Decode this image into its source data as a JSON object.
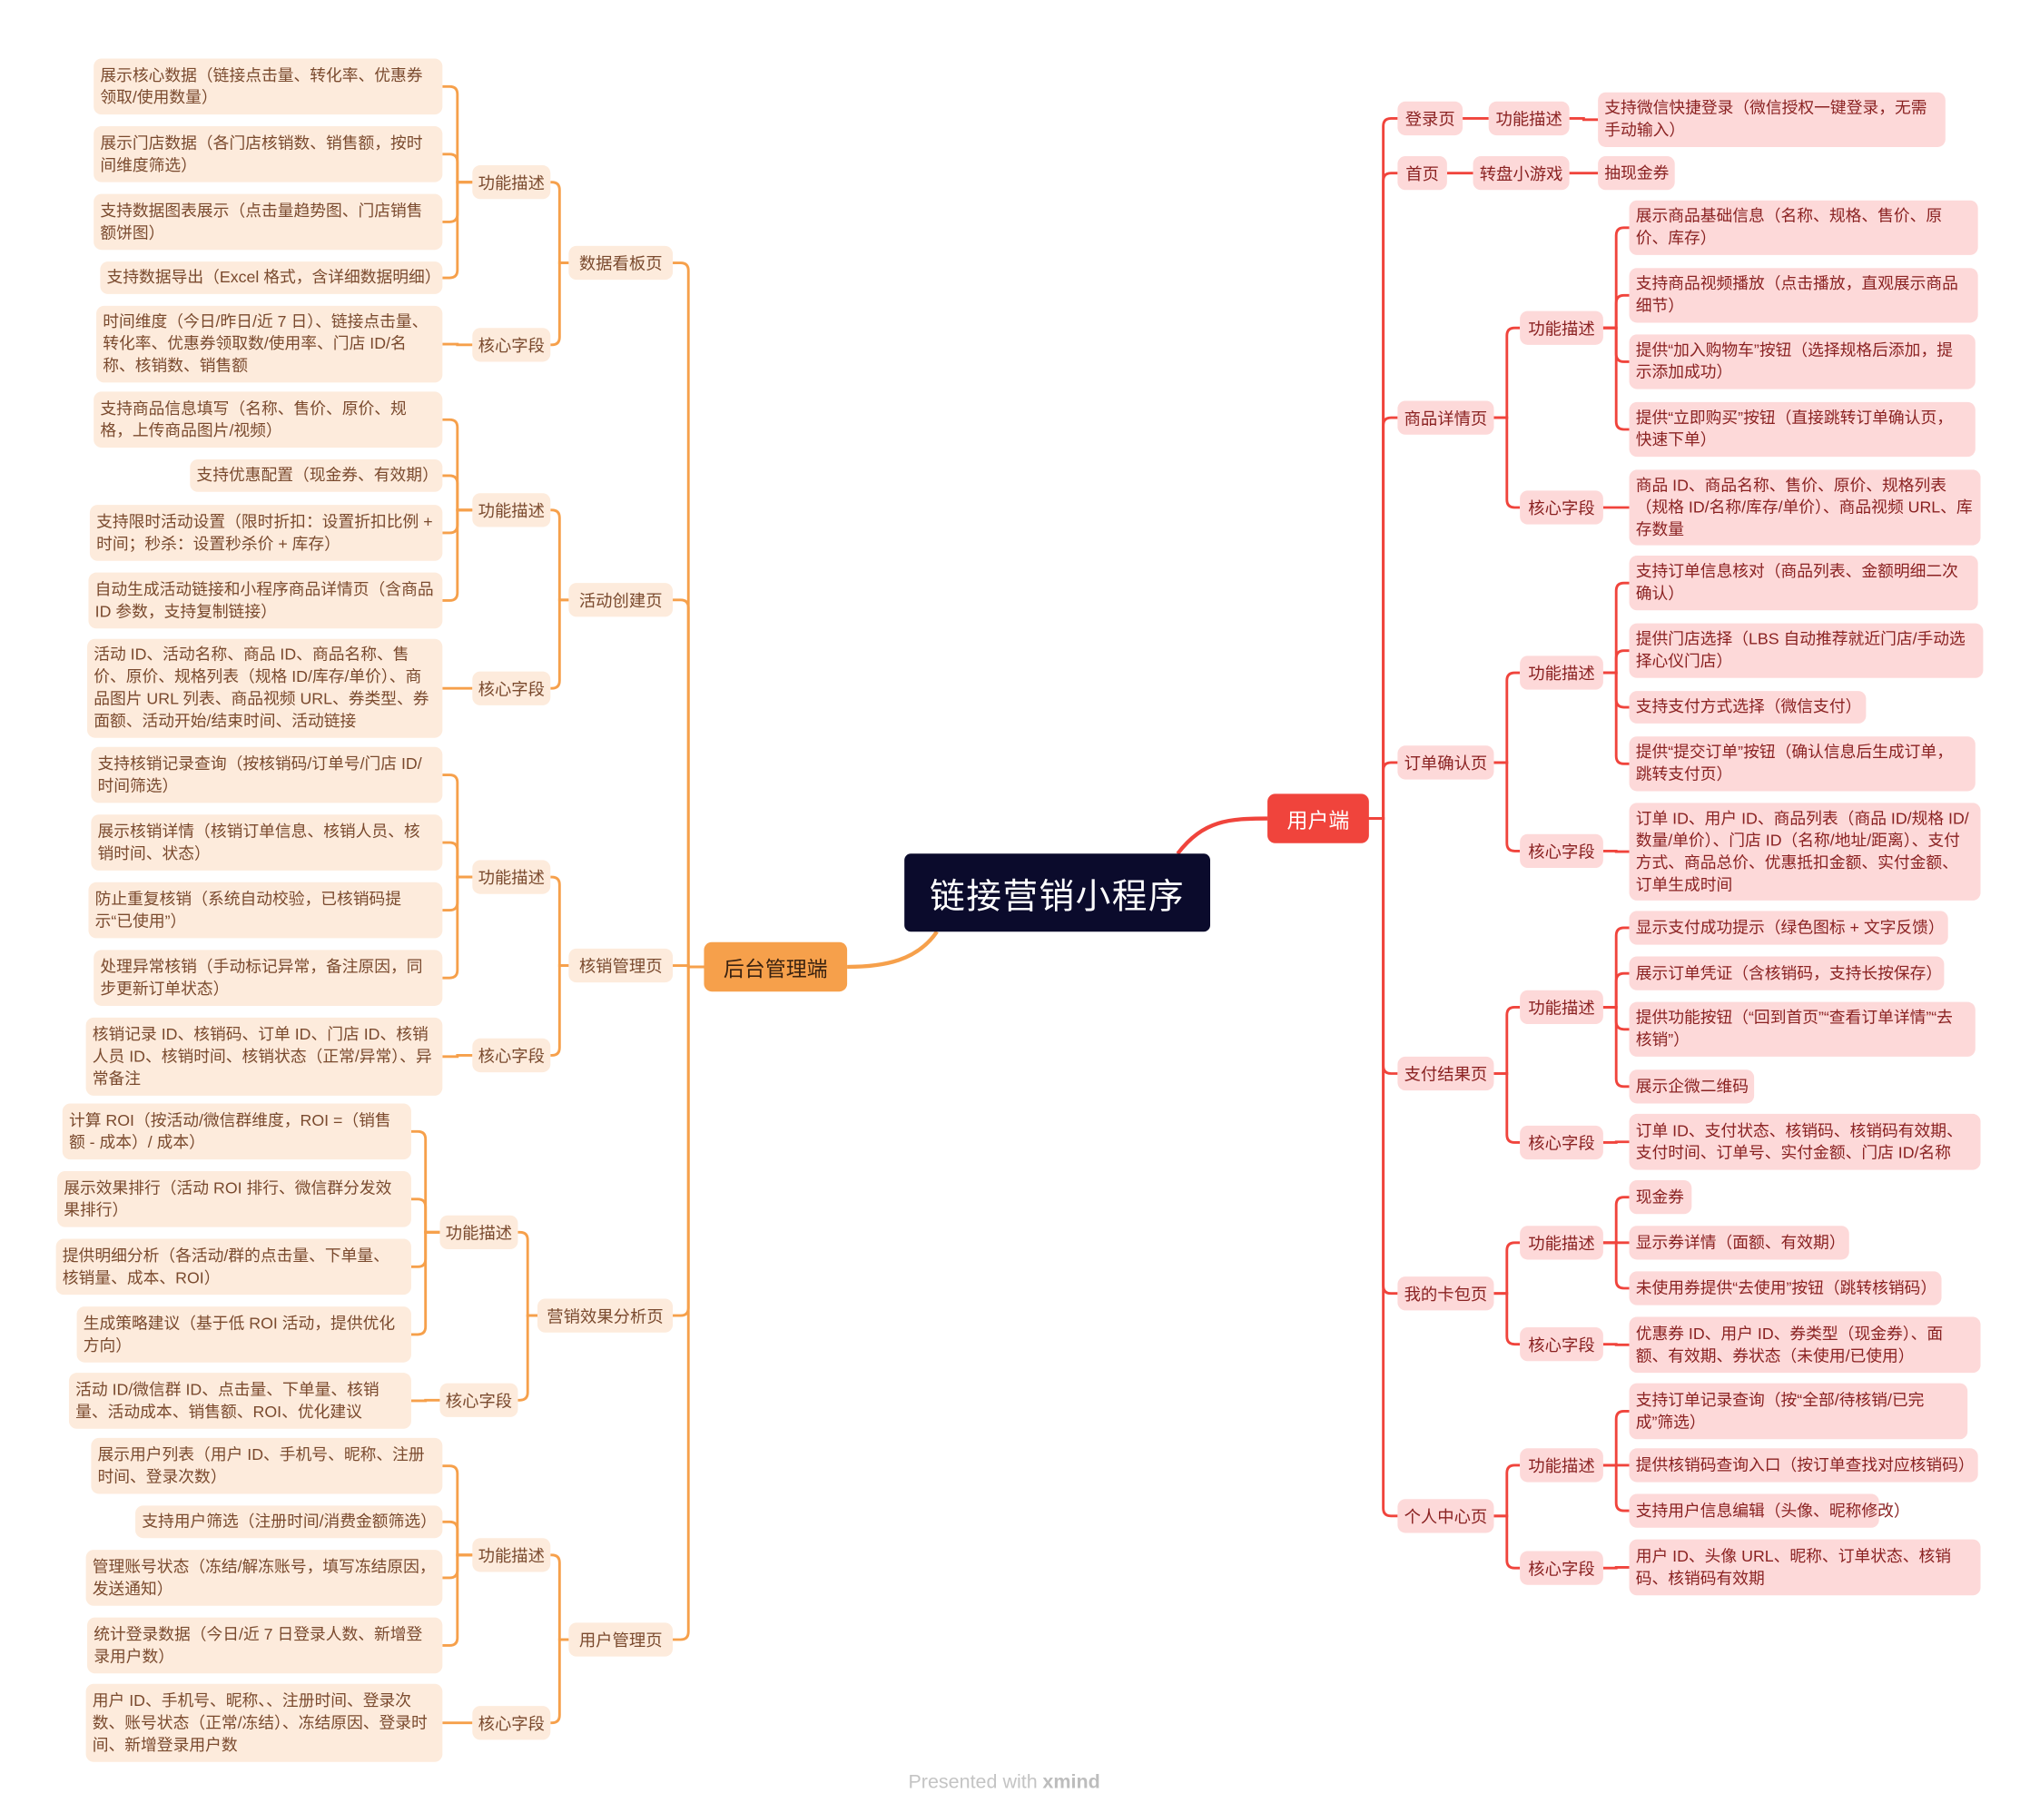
{
  "title": "链接营销小程序",
  "colors": {
    "admin_line": "#f6a04b",
    "user_line": "#f0443c",
    "root_bg": "#0b0b2c",
    "admin_leaf": "#fdebdc",
    "user_leaf": "#fdd9d9"
  },
  "admin": {
    "label": "后台管理端",
    "pages": [
      {
        "label": "数据看板页",
        "children": [
          {
            "label": "功能描述",
            "items": [
              "展示核心数据（链接点击量、转化率、优惠券领取/使用数量）",
              "展示门店数据（各门店核销数、销售额，按时间维度筛选）",
              "支持数据图表展示（点击量趋势图、门店销售额饼图）",
              "支持数据导出（Excel 格式，含详细数据明细）"
            ]
          },
          {
            "label": "核心字段",
            "items": [
              "时间维度（今日/昨日/近 7 日）、链接点击量、转化率、优惠券领取数/使用率、门店 ID/名称、核销数、销售额"
            ]
          }
        ]
      },
      {
        "label": "活动创建页",
        "children": [
          {
            "label": "功能描述",
            "items": [
              "支持商品信息填写（名称、售价、原价、规格，上传商品图片/视频）",
              "支持优惠配置（现金券、有效期）",
              "支持限时活动设置（限时折扣：设置折扣比例 + 时间；秒杀：设置秒杀价 + 库存）",
              "自动生成活动链接和小程序商品详情页（含商品 ID 参数，支持复制链接）"
            ]
          },
          {
            "label": "核心字段",
            "items": [
              "活动 ID、活动名称、商品 ID、商品名称、售价、原价、规格列表（规格 ID/库存/单价）、商品图片 URL 列表、商品视频 URL、券类型、券面额、活动开始/结束时间、活动链接"
            ]
          }
        ]
      },
      {
        "label": "核销管理页",
        "children": [
          {
            "label": "功能描述",
            "items": [
              "支持核销记录查询（按核销码/订单号/门店 ID/时间筛选）",
              "展示核销详情（核销订单信息、核销人员、核销时间、状态）",
              "防止重复核销（系统自动校验，已核销码提示“已使用”）",
              "处理异常核销（手动标记异常，备注原因，同步更新订单状态）"
            ]
          },
          {
            "label": "核心字段",
            "items": [
              "核销记录 ID、核销码、订单 ID、门店 ID、核销人员 ID、核销时间、核销状态（正常/异常）、异常备注"
            ]
          }
        ]
      },
      {
        "label": "营销效果分析页",
        "children": [
          {
            "label": "功能描述",
            "items": [
              "计算 ROI（按活动/微信群维度，ROI =（销售额 - 成本）/ 成本）",
              "展示效果排行（活动 ROI 排行、微信群分发效果排行）",
              "提供明细分析（各活动/群的点击量、下单量、核销量、成本、ROI）",
              "生成策略建议（基于低 ROI 活动，提供优化方向）"
            ]
          },
          {
            "label": "核心字段",
            "items": [
              "活动 ID/微信群 ID、点击量、下单量、核销量、活动成本、销售额、ROI、优化建议"
            ]
          }
        ]
      },
      {
        "label": "用户管理页",
        "children": [
          {
            "label": "功能描述",
            "items": [
              "展示用户列表（用户 ID、手机号、昵称、注册时间、登录次数）",
              "支持用户筛选（注册时间/消费金额筛选）",
              "管理账号状态（冻结/解冻账号，填写冻结原因，发送通知）",
              "统计登录数据（今日/近 7 日登录人数、新增登录用户数）"
            ]
          },
          {
            "label": "核心字段",
            "items": [
              "用户 ID、手机号、昵称、、注册时间、登录次数、账号状态（正常/冻结）、冻结原因、登录时间、新增登录用户数"
            ]
          }
        ]
      }
    ]
  },
  "user": {
    "label": "用户端",
    "pages": [
      {
        "label": "登录页",
        "children": [
          {
            "label": "功能描述",
            "items": [
              "支持微信快捷登录（微信授权一键登录，无需手动输入）"
            ]
          }
        ]
      },
      {
        "label": "首页",
        "children": [
          {
            "label": "转盘小游戏",
            "items": [
              "抽现金券"
            ]
          }
        ]
      },
      {
        "label": "商品详情页",
        "children": [
          {
            "label": "功能描述",
            "items": [
              "展示商品基础信息（名称、规格、售价、原价、库存）",
              "支持商品视频播放（点击播放，直观展示商品细节）",
              "提供“加入购物车”按钮（选择规格后添加，提示添加成功）",
              "提供“立即购买”按钮（直接跳转订单确认页，快速下单）"
            ]
          },
          {
            "label": "核心字段",
            "items": [
              "商品 ID、商品名称、售价、原价、规格列表（规格 ID/名称/库存/单价）、商品视频 URL、库存数量"
            ]
          }
        ]
      },
      {
        "label": "订单确认页",
        "children": [
          {
            "label": "功能描述",
            "items": [
              "支持订单信息核对（商品列表、金额明细二次确认）",
              "提供门店选择（LBS 自动推荐就近门店/手动选择心仪门店）",
              "支持支付方式选择（微信支付）",
              "提供“提交订单”按钮（确认信息后生成订单，跳转支付页）"
            ]
          },
          {
            "label": "核心字段",
            "items": [
              "订单 ID、用户 ID、商品列表（商品 ID/规格 ID/数量/单价）、门店 ID（名称/地址/距离）、支付方式、商品总价、优惠抵扣金额、实付金额、订单生成时间"
            ]
          }
        ]
      },
      {
        "label": "支付结果页",
        "children": [
          {
            "label": "功能描述",
            "items": [
              "显示支付成功提示（绿色图标 + 文字反馈）",
              "展示订单凭证（含核销码，支持长按保存）",
              "提供功能按钮（“回到首页”“查看订单详情”“去核销”）",
              "展示企微二维码"
            ]
          },
          {
            "label": "核心字段",
            "items": [
              "订单 ID、支付状态、核销码、核销码有效期、支付时间、订单号、实付金额、门店 ID/名称"
            ]
          }
        ]
      },
      {
        "label": "我的卡包页",
        "children": [
          {
            "label": "功能描述",
            "items": [
              "现金券",
              "显示券详情（面额、有效期）",
              "未使用券提供“去使用”按钮（跳转核销码）"
            ]
          },
          {
            "label": "核心字段",
            "items": [
              "优惠券 ID、用户 ID、券类型（现金券）、面额、有效期、券状态（未使用/已使用）"
            ]
          }
        ]
      },
      {
        "label": "个人中心页",
        "children": [
          {
            "label": "功能描述",
            "items": [
              "支持订单记录查询（按“全部/待核销/已完成”筛选）",
              "提供核销码查询入口（按订单查找对应核销码）",
              "支持用户信息编辑（头像、昵称修改）"
            ]
          },
          {
            "label": "核心字段",
            "items": [
              "用户 ID、头像 URL、昵称、订单状态、核销码、核销码有效期"
            ]
          }
        ]
      }
    ]
  },
  "footer": {
    "prefix": "Presented with",
    "brand": "xmind"
  }
}
